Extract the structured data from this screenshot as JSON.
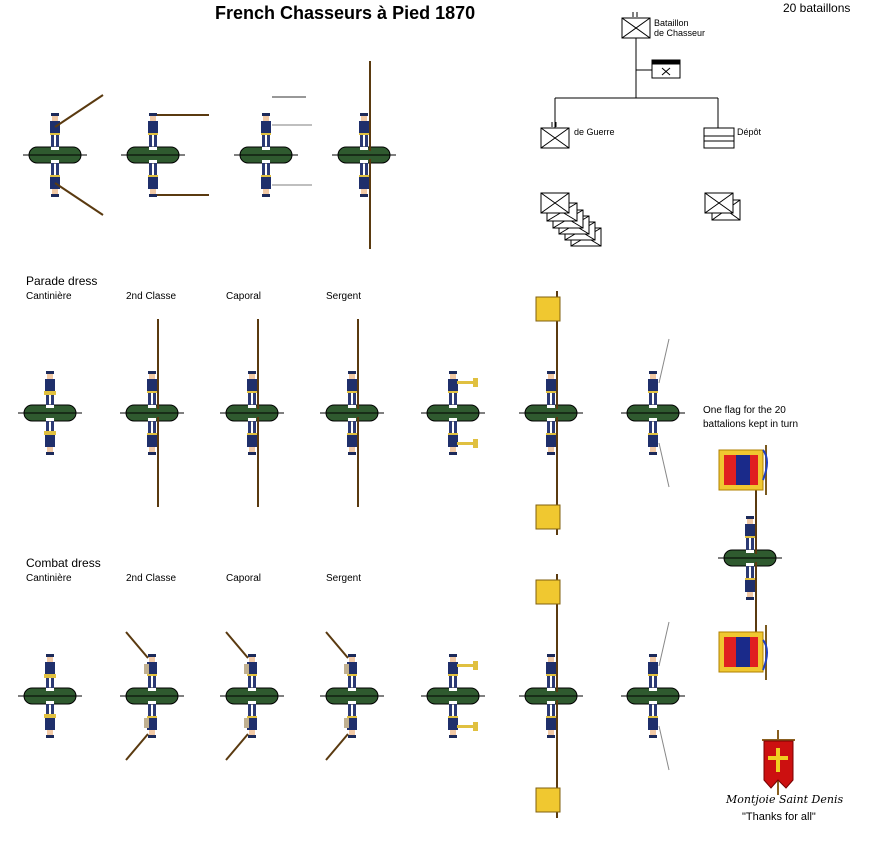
{
  "title": "French Chasseurs à Pied 1870",
  "corner_note": "20 bataillons",
  "org_chart": {
    "top_label_1": "Bataillon",
    "top_label_2": "de Chasseur",
    "left_label": "de Guerre",
    "right_label": "Dépôt"
  },
  "parade": {
    "heading": "Parade dress",
    "labels": [
      "Cantinière",
      "2nd Classe",
      "Caporal",
      "Sergent"
    ]
  },
  "combat": {
    "heading": "Combat dress",
    "labels": [
      "Cantinière",
      "2nd Classe",
      "Caporal",
      "Sergent"
    ]
  },
  "flag_note_1": "One flag for the 20",
  "flag_note_2": "battalions kept in turn",
  "credit": "Montjoie Saint Denis",
  "thanks": "\"Thanks for all\"",
  "colors": {
    "base": "#2f5a2f",
    "uniform": "#1f2f6b",
    "trouser": "#2c3a74",
    "flag_yellow": "#f0c830",
    "banner_red": "#cc1010"
  }
}
